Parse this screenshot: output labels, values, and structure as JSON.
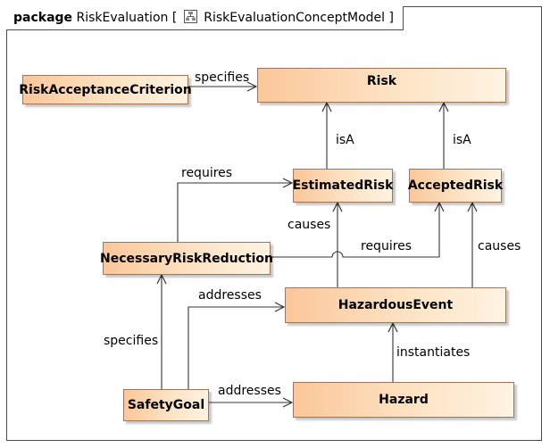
{
  "frame": {
    "keyword": "package",
    "name": "RiskEvaluation",
    "bracket_open": "[",
    "diagram_name": "RiskEvaluationConceptModel",
    "bracket_close": "]",
    "icon": "diagram-icon"
  },
  "blocks": {
    "risk_acceptance_criterion": "RiskAcceptanceCriterion",
    "risk": "Risk",
    "estimated_risk": "EstimatedRisk",
    "accepted_risk": "AcceptedRisk",
    "necessary_risk_reduction": "NecessaryRiskReduction",
    "hazardous_event": "HazardousEvent",
    "safety_goal": "SafetyGoal",
    "hazard": "Hazard"
  },
  "relations": {
    "specifies_rac_risk": "specifies",
    "isa_estimated": "isA",
    "isa_accepted": "isA",
    "requires_nrr_estimated": "requires",
    "causes_he_estimated": "causes",
    "requires_nrr_accepted": "requires",
    "causes_he_accepted": "causes",
    "addresses_sg_he": "addresses",
    "specifies_sg_nrr": "specifies",
    "instantiates_hazard_he": "instantiates",
    "addresses_sg_hazard": "addresses"
  },
  "colors": {
    "block_gradient_start": "#fbc79a",
    "block_gradient_end": "#fff3e2",
    "block_border": "#a0765a",
    "line": "#333333"
  }
}
